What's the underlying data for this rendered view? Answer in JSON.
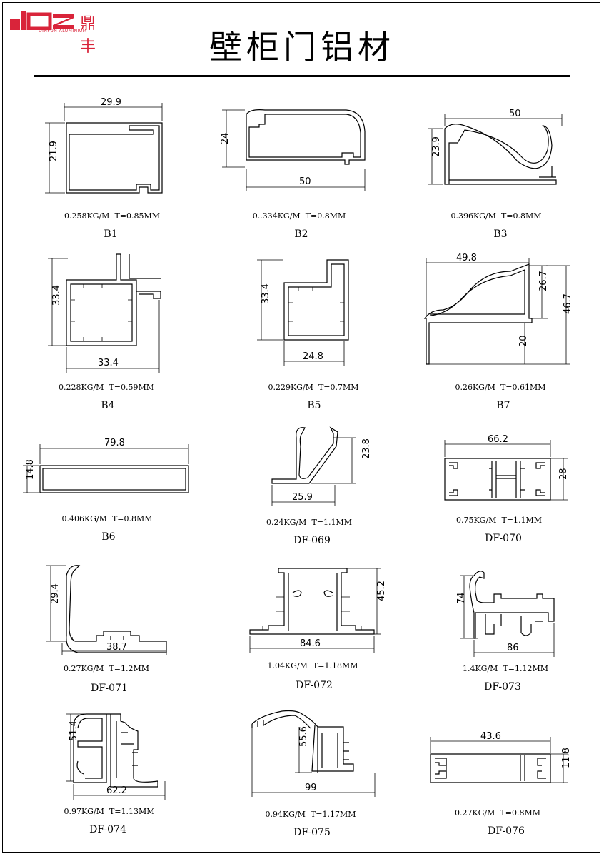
{
  "logo": {
    "mark": "DFZ",
    "cn": "鼎丰",
    "en": "DINFUN ALUMINIUM",
    "color": "#d9243a"
  },
  "title": "壁柜门铝材",
  "profiles": [
    {
      "code": "B1",
      "weight": "0.258KG/M",
      "thickness": "T=0.85MM",
      "dims": [
        "29.9",
        "21.9"
      ]
    },
    {
      "code": "B2",
      "weight": "0..334KG/M",
      "thickness": "T=0.8MM",
      "dims": [
        "24",
        "50"
      ]
    },
    {
      "code": "B3",
      "weight": "0.396KG/M",
      "thickness": "T=0.8MM",
      "dims": [
        "50",
        "23.9"
      ]
    },
    {
      "code": "B4",
      "weight": "0.228KG/M",
      "thickness": "T=0.59MM",
      "dims": [
        "33.4",
        "33.4"
      ]
    },
    {
      "code": "B5",
      "weight": "0.229KG/M",
      "thickness": "T=0.7MM",
      "dims": [
        "33.4",
        "24.8"
      ]
    },
    {
      "code": "B7",
      "weight": "0.26KG/M",
      "thickness": "T=0.61MM",
      "dims": [
        "49.8",
        "26.7",
        "46.7",
        "20"
      ]
    },
    {
      "code": "B6",
      "weight": "0.406KG/M",
      "thickness": "T=0.8MM",
      "dims": [
        "79.8",
        "14.8"
      ]
    },
    {
      "code": "DF-069",
      "weight": "0.24KG/M",
      "thickness": "T=1.1MM",
      "dims": [
        "23.8",
        "25.9"
      ]
    },
    {
      "code": "DF-070",
      "weight": "0.75KG/M",
      "thickness": "T=1.1MM",
      "dims": [
        "66.2",
        "28"
      ]
    },
    {
      "code": "DF-071",
      "weight": "0.27KG/M",
      "thickness": "T=1.2MM",
      "dims": [
        "29.4",
        "38.7"
      ]
    },
    {
      "code": "DF-072",
      "weight": "1.04KG/M",
      "thickness": "T=1.18MM",
      "dims": [
        "45.2",
        "84.6"
      ]
    },
    {
      "code": "DF-073",
      "weight": "1.4KG/M",
      "thickness": "T=1.12MM",
      "dims": [
        "74",
        "86"
      ]
    },
    {
      "code": "DF-074",
      "weight": "0.97KG/M",
      "thickness": "T=1.13MM",
      "dims": [
        "51.4",
        "62.2"
      ]
    },
    {
      "code": "DF-075",
      "weight": "0.94KG/M",
      "thickness": "T=1.17MM",
      "dims": [
        "55.6",
        "99"
      ]
    },
    {
      "code": "DF-076",
      "weight": "0.27KG/M",
      "thickness": "T=0.8MM",
      "dims": [
        "43.6",
        "11.8"
      ]
    }
  ]
}
